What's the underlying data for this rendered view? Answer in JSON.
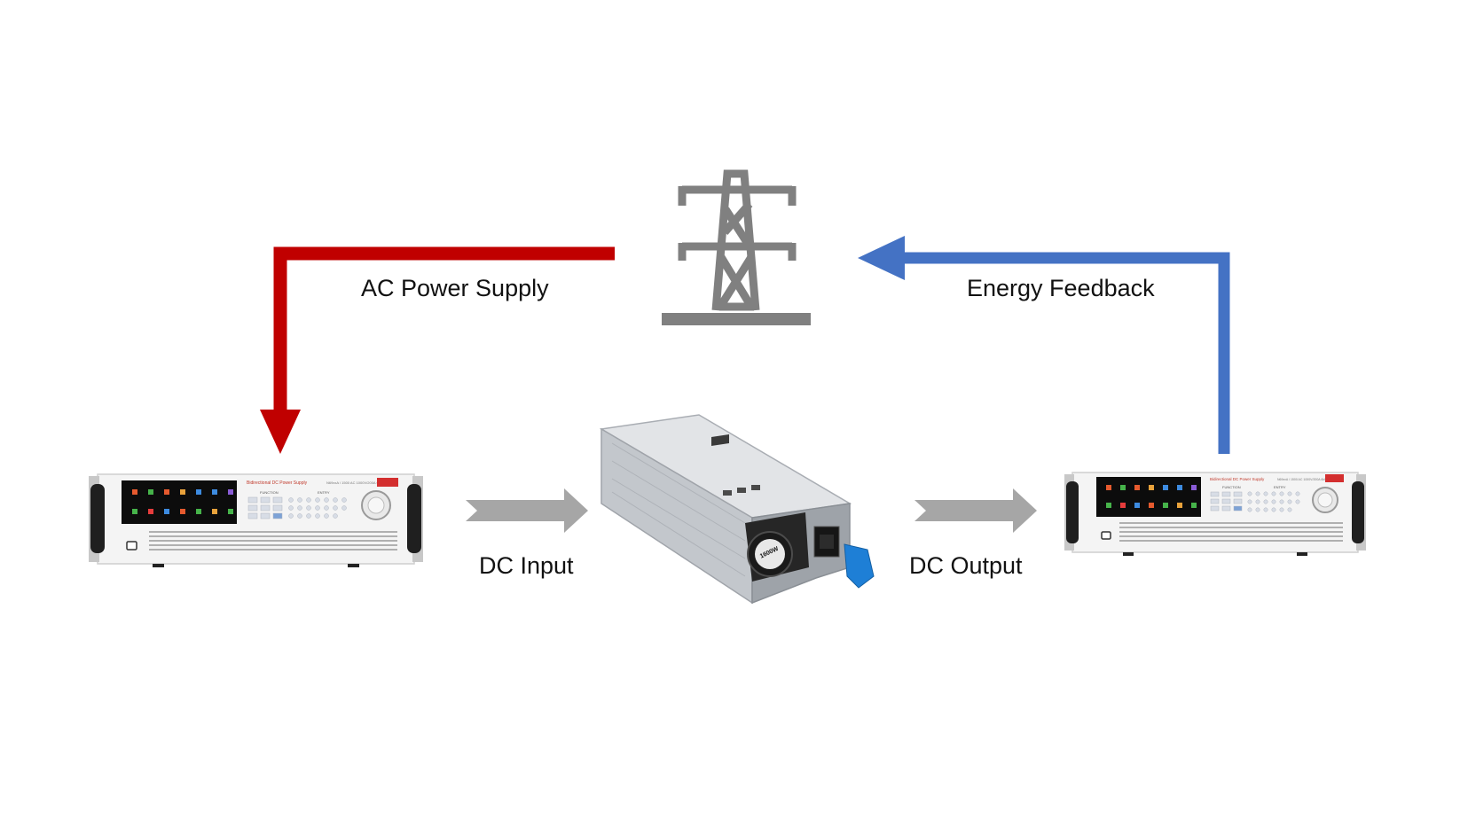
{
  "labels": {
    "ac_supply": "AC Power Supply",
    "energy_feedback": "Energy Feedback",
    "dc_input": "DC Input",
    "dc_output": "DC Output"
  },
  "device_text": {
    "left_panel_title": "Bidirectional DC Power Supply",
    "left_panel_model": "N69xxA / 1500 AC 1000V/200A 6kW",
    "right_panel_title": "Bidirectional DC Power Supply",
    "right_panel_model": "N69xxA / 1500 AC 1000V/200A 6kW",
    "function_label": "FUNCTION",
    "entry_label": "ENTRY",
    "psu_rating": "1600W"
  },
  "colors": {
    "ac_arrow": "#c00000",
    "feedback_arrow": "#4472c4",
    "dc_arrow": "#a6a6a6",
    "tower": "#808080"
  },
  "icons": {
    "tower": "power-transmission-tower-icon"
  }
}
